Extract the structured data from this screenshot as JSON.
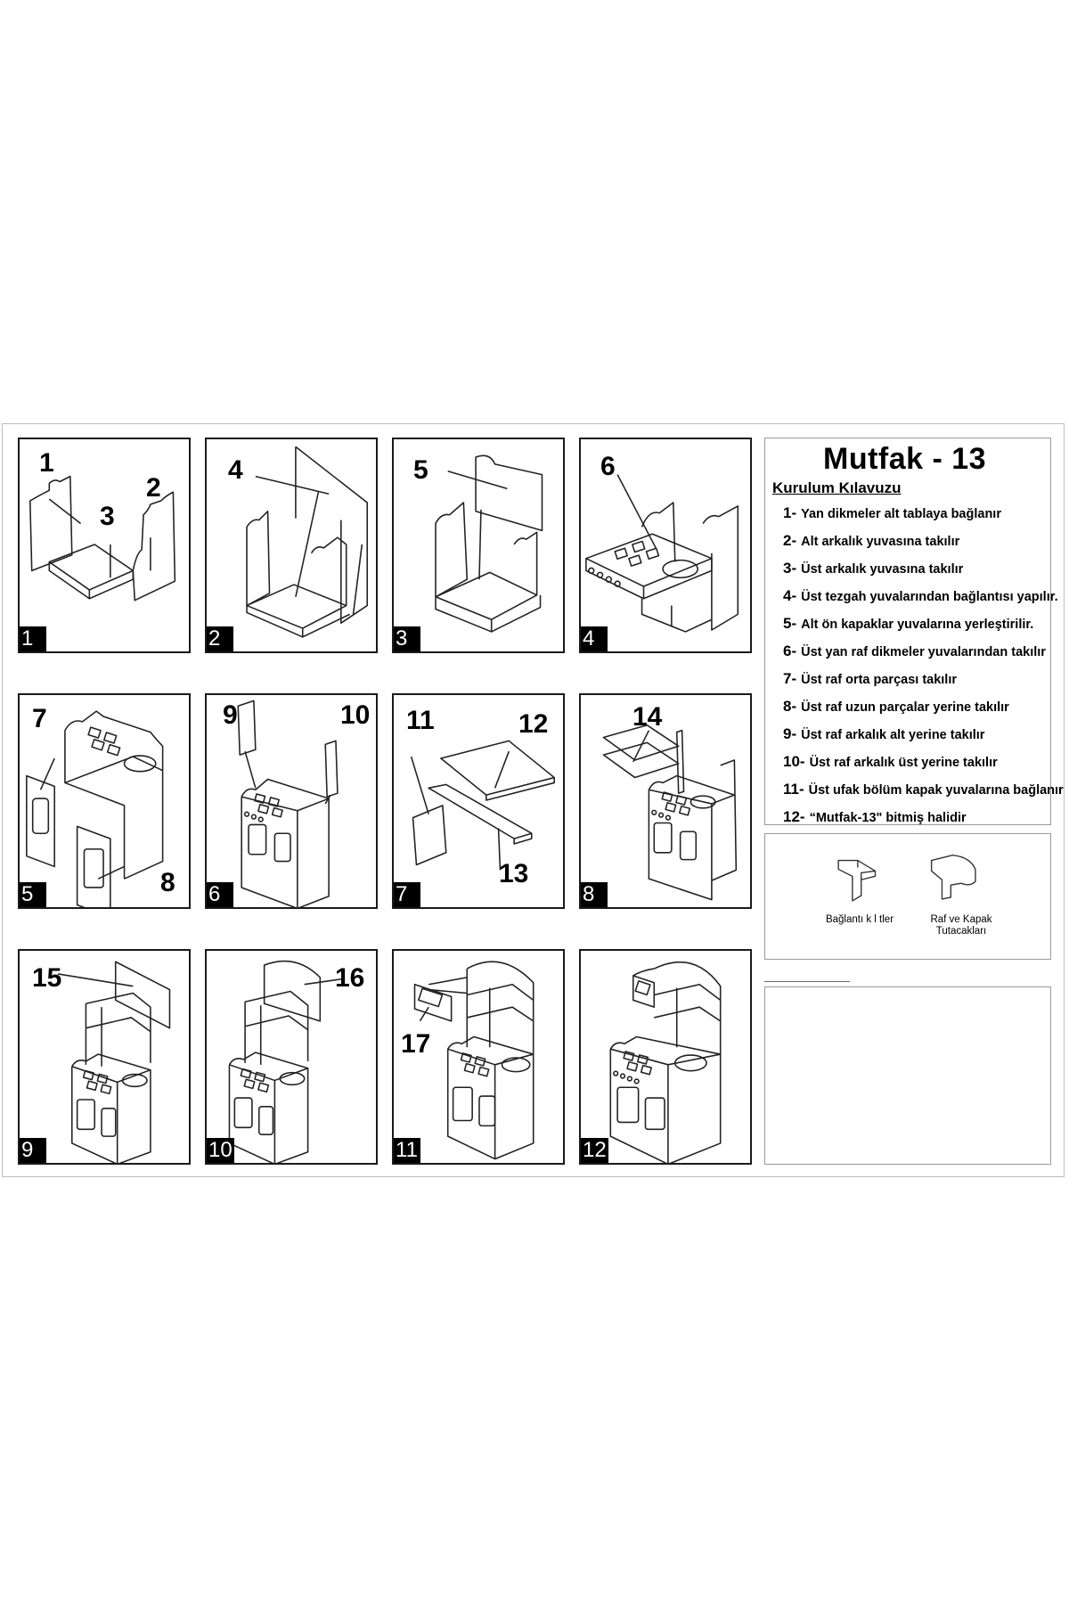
{
  "panels": [
    {
      "badge": "1",
      "labels": [
        "1",
        "2",
        "3"
      ]
    },
    {
      "badge": "2",
      "labels": [
        "4"
      ]
    },
    {
      "badge": "3",
      "labels": [
        "5"
      ]
    },
    {
      "badge": "4",
      "labels": [
        "6"
      ]
    },
    {
      "badge": "5",
      "labels": [
        "7",
        "8"
      ]
    },
    {
      "badge": "6",
      "labels": [
        "9",
        "10"
      ]
    },
    {
      "badge": "7",
      "labels": [
        "11",
        "12",
        "13"
      ]
    },
    {
      "badge": "8",
      "labels": [
        "14"
      ]
    },
    {
      "badge": "9",
      "labels": [
        "15"
      ]
    },
    {
      "badge": "10",
      "labels": [
        "16"
      ]
    },
    {
      "badge": "11",
      "labels": [
        "17"
      ]
    },
    {
      "badge": "12",
      "labels": []
    }
  ],
  "instructions": {
    "title": "Mutfak - 13",
    "subtitle": "Kurulum Kılavuzu",
    "steps": [
      {
        "num": "1-",
        "text": "Yan dikmeler alt tablaya bağlanır"
      },
      {
        "num": "2-",
        "text": "Alt arkalık yuvasına takılır"
      },
      {
        "num": "3-",
        "text": "Üst arkalık yuvasına takılır"
      },
      {
        "num": "4-",
        "text": "Üst tezgah yuvalarından bağlantısı yapılır."
      },
      {
        "num": "5-",
        "text": "Alt ön kapaklar yuvalarına yerleştirilir."
      },
      {
        "num": "6-",
        "text": "Üst yan raf dikmeler  yuvalarından takılır"
      },
      {
        "num": "7-",
        "text": "Üst raf orta parçası takılır"
      },
      {
        "num": "8-",
        "text": "Üst raf uzun parçalar yerine takılır"
      },
      {
        "num": "9-",
        "text": "Üst raf arkalık alt yerine takılır"
      },
      {
        "num": "10-",
        "text": "Üst raf arkalık üst yerine takılır"
      },
      {
        "num": "11-",
        "text": "Üst ufak bölüm kapak yuvalarına bağlanır"
      },
      {
        "num": "12-",
        "text": "“Mutfak-13\" bitmiş halidir"
      }
    ]
  },
  "connectors": {
    "left_label": "Bağlantı k l tler",
    "right_label": "Raf ve Kapak Tutacakları"
  }
}
